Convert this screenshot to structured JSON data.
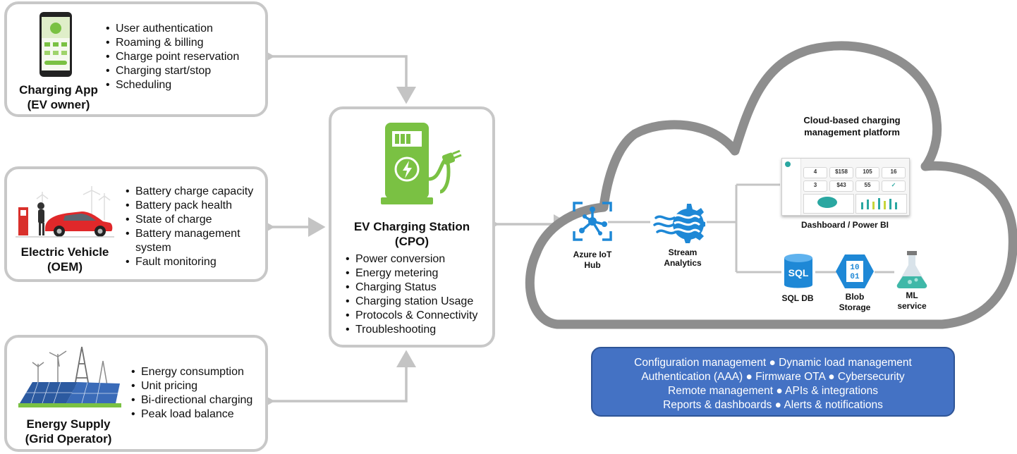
{
  "charging_app": {
    "title_line1": "Charging App",
    "title_line2": "(EV owner)",
    "items": [
      "User authentication",
      "Roaming & billing",
      "Charge point reservation",
      "Charging start/stop",
      "Scheduling"
    ],
    "icon": "smartphone-app-icon"
  },
  "electric_vehicle": {
    "title_line1": "Electric Vehicle",
    "title_line2": "(OEM)",
    "items": [
      "Battery charge capacity",
      "Battery pack health",
      "State of charge",
      "Battery management system",
      "Fault monitoring"
    ],
    "icon": "electric-car-icon"
  },
  "energy_supply": {
    "title_line1": "Energy Supply",
    "title_line2": "(Grid Operator)",
    "items": [
      "Energy consumption",
      "Unit pricing",
      "Bi-directional charging",
      "Peak load balance"
    ],
    "icon": "solar-grid-icon"
  },
  "charging_station": {
    "title_line1": "EV Charging Station",
    "title_line2": "(CPO)",
    "items": [
      "Power conversion",
      "Energy metering",
      "Charging Status",
      "Charging station Usage",
      "Protocols & Connectivity",
      "Troubleshooting"
    ],
    "icon": "ev-charger-icon",
    "color": "#7ac143"
  },
  "cloud": {
    "title_line1": "Cloud-based charging",
    "title_line2": "management platform",
    "iot_hub_line1": "Azure IoT",
    "iot_hub_line2": "Hub",
    "stream_line1": "Stream",
    "stream_line2": "Analytics",
    "dashboard_label": "Dashboard / Power BI",
    "sql_icon_text": "SQL",
    "sql_label": "SQL DB",
    "blob_icon_text_1": "10",
    "blob_icon_text_2": "01",
    "blob_line1": "Blob",
    "blob_line2": "Storage",
    "ml_line1": "ML",
    "ml_line2": "service",
    "dashboard_kpis": [
      "4",
      "$158",
      "105",
      "16",
      "3",
      "$43",
      "55",
      "✓"
    ],
    "accent_color": "#1e88d6"
  },
  "features": {
    "line1": "Configuration management ● Dynamic load management",
    "line2": "Authentication (AAA) ● Firmware OTA ●  Cybersecurity",
    "line3": "Remote management ●  APIs & integrations",
    "line4": "Reports & dashboards ● Alerts & notifications",
    "background_color": "#4472c4"
  }
}
